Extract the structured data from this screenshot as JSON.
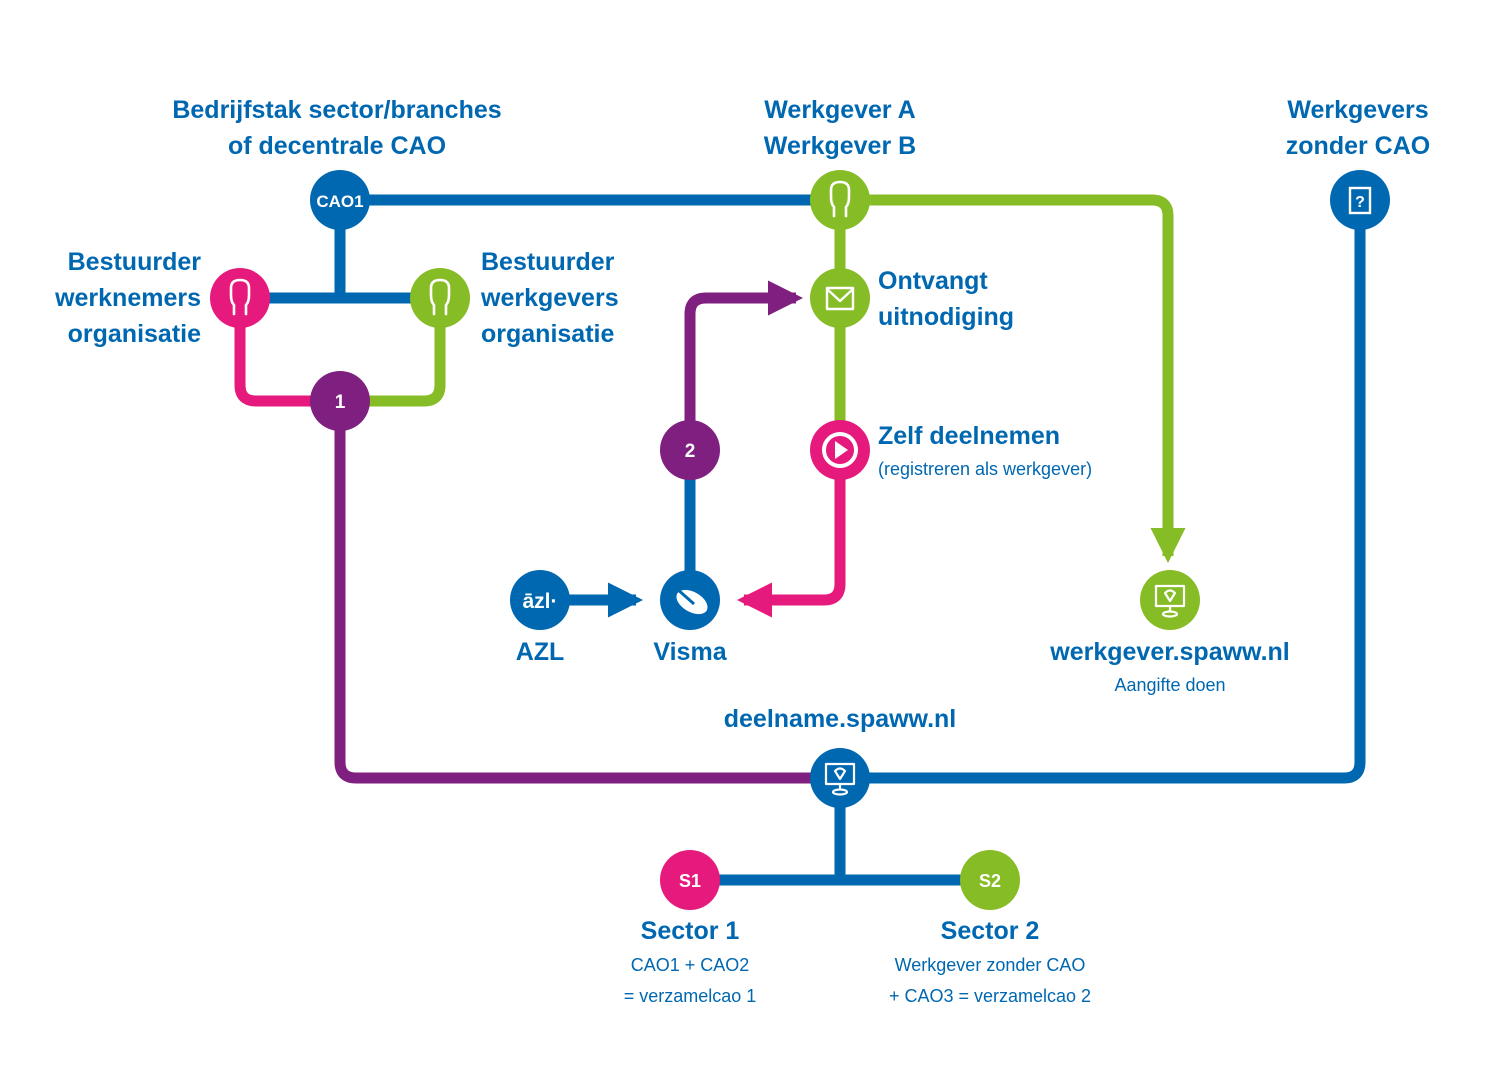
{
  "colors": {
    "blue": "#0067b1",
    "green": "#86bc25",
    "pink": "#e6197d",
    "purple": "#7f1f7f",
    "white": "#ffffff"
  },
  "nodes": {
    "cao1": {
      "text": "CAO1",
      "icon": "text-badge"
    },
    "werknemers_org": {
      "icon": "person-icon"
    },
    "werkgevers_org": {
      "icon": "person-icon"
    },
    "step1": {
      "text": "1",
      "icon": "number-badge"
    },
    "werkgever_ab": {
      "icon": "person-icon"
    },
    "ontvangt": {
      "icon": "envelope-icon"
    },
    "step2": {
      "text": "2",
      "icon": "number-badge"
    },
    "zelf": {
      "icon": "play-icon"
    },
    "azl": {
      "text": "āzl·",
      "icon": "azl-logo"
    },
    "visma": {
      "icon": "visma-logo"
    },
    "werkgever_site": {
      "icon": "monitor-icon"
    },
    "zonder_cao": {
      "icon": "question-document-icon"
    },
    "deelname_site": {
      "icon": "monitor-icon"
    },
    "s1": {
      "text": "S1",
      "icon": "text-badge"
    },
    "s2": {
      "text": "S2",
      "icon": "text-badge"
    }
  },
  "labels": {
    "bedrijfstak": [
      "Bedrijfstak sector/branches",
      "of decentrale CAO"
    ],
    "werkgever_ab": [
      "Werkgever A",
      "Werkgever B"
    ],
    "zonder_cao": [
      "Werkgevers",
      "zonder CAO"
    ],
    "werknemers_org": [
      "Bestuurder",
      "werknemers",
      "organisatie"
    ],
    "werkgevers_org": [
      "Bestuurder",
      "werkgevers",
      "organisatie"
    ],
    "ontvangt": [
      "Ontvangt",
      "uitnodiging"
    ],
    "zelf_title": "Zelf deelnemen",
    "zelf_sub": "(registreren als werkgever)",
    "azl": "AZL",
    "visma": "Visma",
    "werkgever_site": "werkgever.spaww.nl",
    "werkgever_site_sub": "Aangifte doen",
    "deelname_site": "deelname.spaww.nl",
    "sector1": "Sector 1",
    "sector1_sub": [
      "CAO1 + CAO2",
      "= verzamelcao 1"
    ],
    "sector2": "Sector 2",
    "sector2_sub": [
      "Werkgever zonder CAO",
      "+ CAO3 = verzamelcao 2"
    ]
  }
}
